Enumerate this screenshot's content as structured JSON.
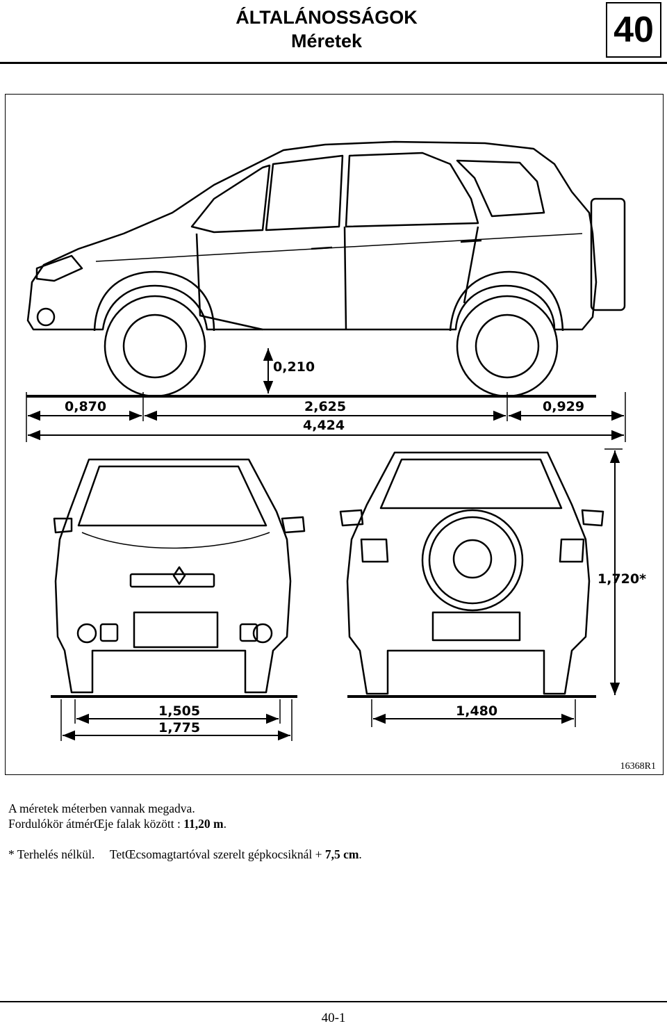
{
  "header": {
    "section": "ÁLTALÁNOSSÁGOK",
    "subtitle": "Méretek",
    "chapter": "40"
  },
  "figure": {
    "ref": "16368R1",
    "dimensions": {
      "ground_clearance": "0,210",
      "front_overhang": "0,870",
      "wheelbase": "2,625",
      "rear_overhang": "0,929",
      "overall_length": "4,424",
      "front_track": "1,505",
      "overall_width": "1,775",
      "rear_track": "1,480",
      "height": "1,720*"
    }
  },
  "notes": {
    "line1": "A méretek méterben vannak megadva.",
    "line2_prefix": "Fordulókör átmérŒje falak között : ",
    "line2_value": "11,20 m",
    "line2_suffix": ".",
    "line3_prefix": "* Terhelés nélkül.     TetŒcsomagtartóval szerelt gépkocsiknál + ",
    "line3_value": "7,5 cm",
    "line3_suffix": "."
  },
  "footer": {
    "page": "40-1"
  }
}
